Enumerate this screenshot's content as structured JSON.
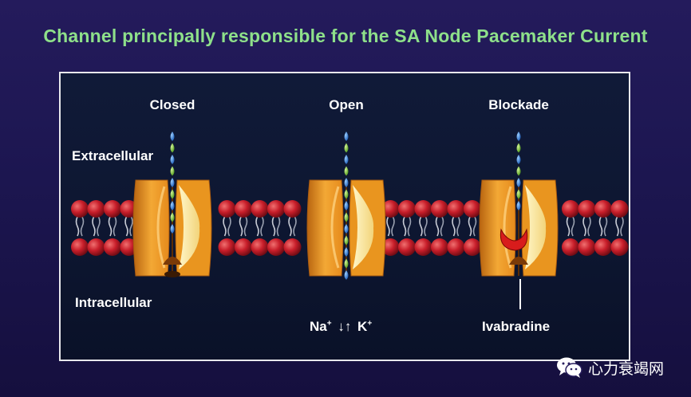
{
  "title": "Channel principally responsible for the SA Node Pacemaker Current",
  "diagram": {
    "states": [
      {
        "id": "closed",
        "label": "Closed"
      },
      {
        "id": "open",
        "label": "Open"
      },
      {
        "id": "blockade",
        "label": "Blockade"
      }
    ],
    "regions": {
      "extracellular": "Extracellular",
      "intracellular": "Intracellular"
    },
    "ion_flow": {
      "na": "Na",
      "na_sup": "+",
      "arrows": "↓↑",
      "k": "K",
      "k_sup": "+"
    },
    "blocker": "Ivabradine",
    "colors": {
      "title": "#8ee08a",
      "lipid_head": "#c81e2a",
      "channel_outer": "#f0a030",
      "channel_inner": "#fff0b0",
      "ion_blue": "#2a78d8",
      "ion_green": "#7cc832",
      "blocker": "#d81c1c"
    }
  },
  "watermark": {
    "icon": "wechat-icon",
    "text": "心力衰竭网"
  }
}
